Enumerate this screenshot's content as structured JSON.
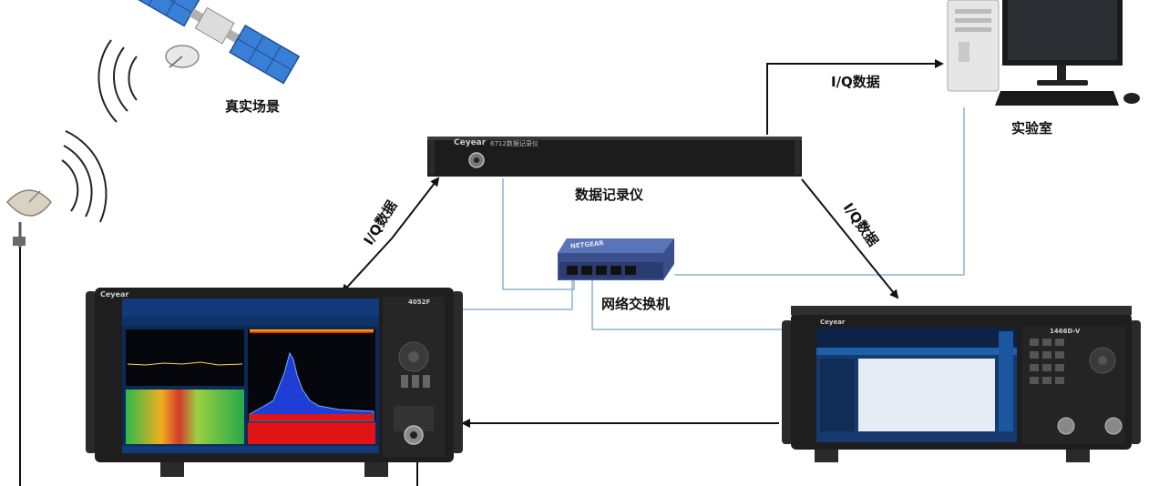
{
  "labels": {
    "real_scene": "真实场景",
    "lab": "实验室",
    "recorder": "数据记录仪",
    "switch": "网络交换机",
    "iq_top": "I/Q数据",
    "iq_left": "I/Q数据",
    "iq_right": "I/Q数据"
  },
  "device_text": {
    "recorder_brand": "Ceyear",
    "recorder_model": "6712数据记录仪",
    "analyzer_brand": "Ceyear",
    "analyzer_model": "4052F",
    "generator_brand": "Ceyear",
    "generator_model": "1466D-V",
    "switch_brand": "NETGEAR"
  },
  "colors": {
    "line": "#111111",
    "network_cable": "#8fb2cc",
    "device_body": "#1c1c1c",
    "switch_body": "#3a4f8c",
    "screen_bg": "#0b2a5a"
  }
}
